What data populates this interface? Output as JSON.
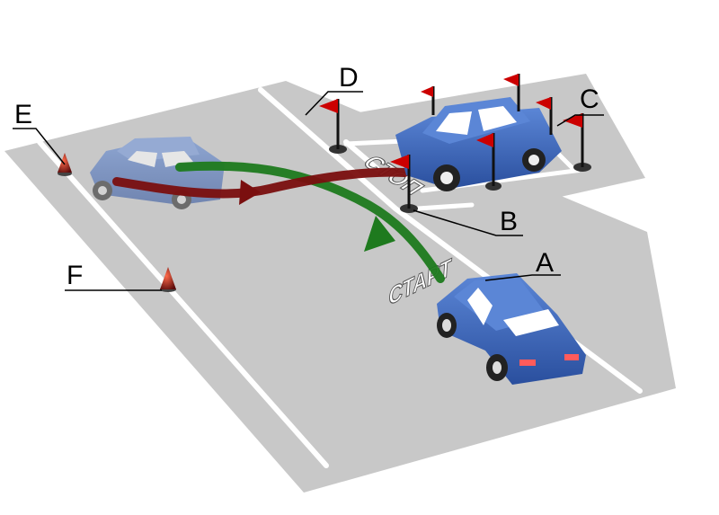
{
  "diagram": {
    "labels": {
      "a": "A",
      "b": "B",
      "c": "C",
      "d": "D",
      "e": "E",
      "f": "F"
    },
    "road_markings": {
      "start": "СТАРТ",
      "stop": "СТОП"
    },
    "colors": {
      "ground": "#c8c8c8",
      "line": "#ffffff",
      "car_body": "#3a63b8",
      "flag": "#cc0000",
      "green_path": "#1e7a1e",
      "red_path": "#7a0f0f",
      "cone": "#8b1a1a"
    }
  }
}
